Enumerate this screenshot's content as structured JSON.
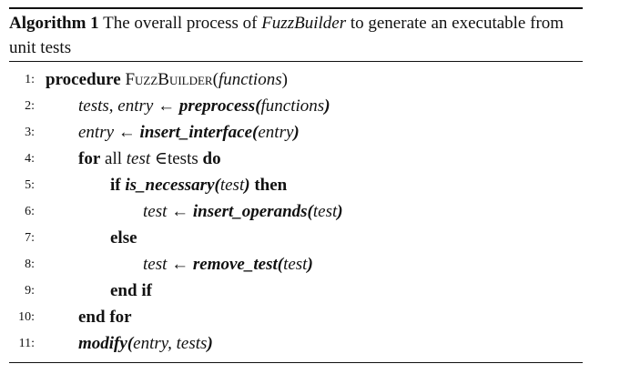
{
  "caption": {
    "label": "Algorithm 1",
    "text_pre": " The overall process of ",
    "tool": "FuzzBuilder",
    "text_post": " to generate an executable from unit tests"
  },
  "lines": [
    {
      "num": "1:",
      "parts": [
        "procedure",
        " ",
        "FuzzBuilder",
        "(",
        "functions",
        ")"
      ]
    },
    {
      "num": "2:",
      "parts": [
        "tests",
        ", ",
        "entry",
        " ← ",
        "preprocess(",
        "functions",
        ")"
      ]
    },
    {
      "num": "3:",
      "parts": [
        "entry",
        " ← ",
        "insert_interface(",
        "entry",
        ")"
      ]
    },
    {
      "num": "4:",
      "parts": [
        "for",
        " all ",
        "test",
        " ∈tests ",
        "do"
      ]
    },
    {
      "num": "5:",
      "parts": [
        "if",
        " ",
        "is_necessary(",
        "test",
        ")",
        " ",
        "then"
      ]
    },
    {
      "num": "6:",
      "parts": [
        "test",
        " ← ",
        "insert_operands(",
        "test",
        ")"
      ]
    },
    {
      "num": "7:",
      "parts": [
        "else"
      ]
    },
    {
      "num": "8:",
      "parts": [
        "test",
        " ← ",
        "remove_test(",
        "test",
        ")"
      ]
    },
    {
      "num": "9:",
      "parts": [
        "end if"
      ]
    },
    {
      "num": "10:",
      "parts": [
        "end for"
      ]
    },
    {
      "num": "11:",
      "parts": [
        "modify(",
        "entry, tests",
        ")"
      ]
    }
  ]
}
